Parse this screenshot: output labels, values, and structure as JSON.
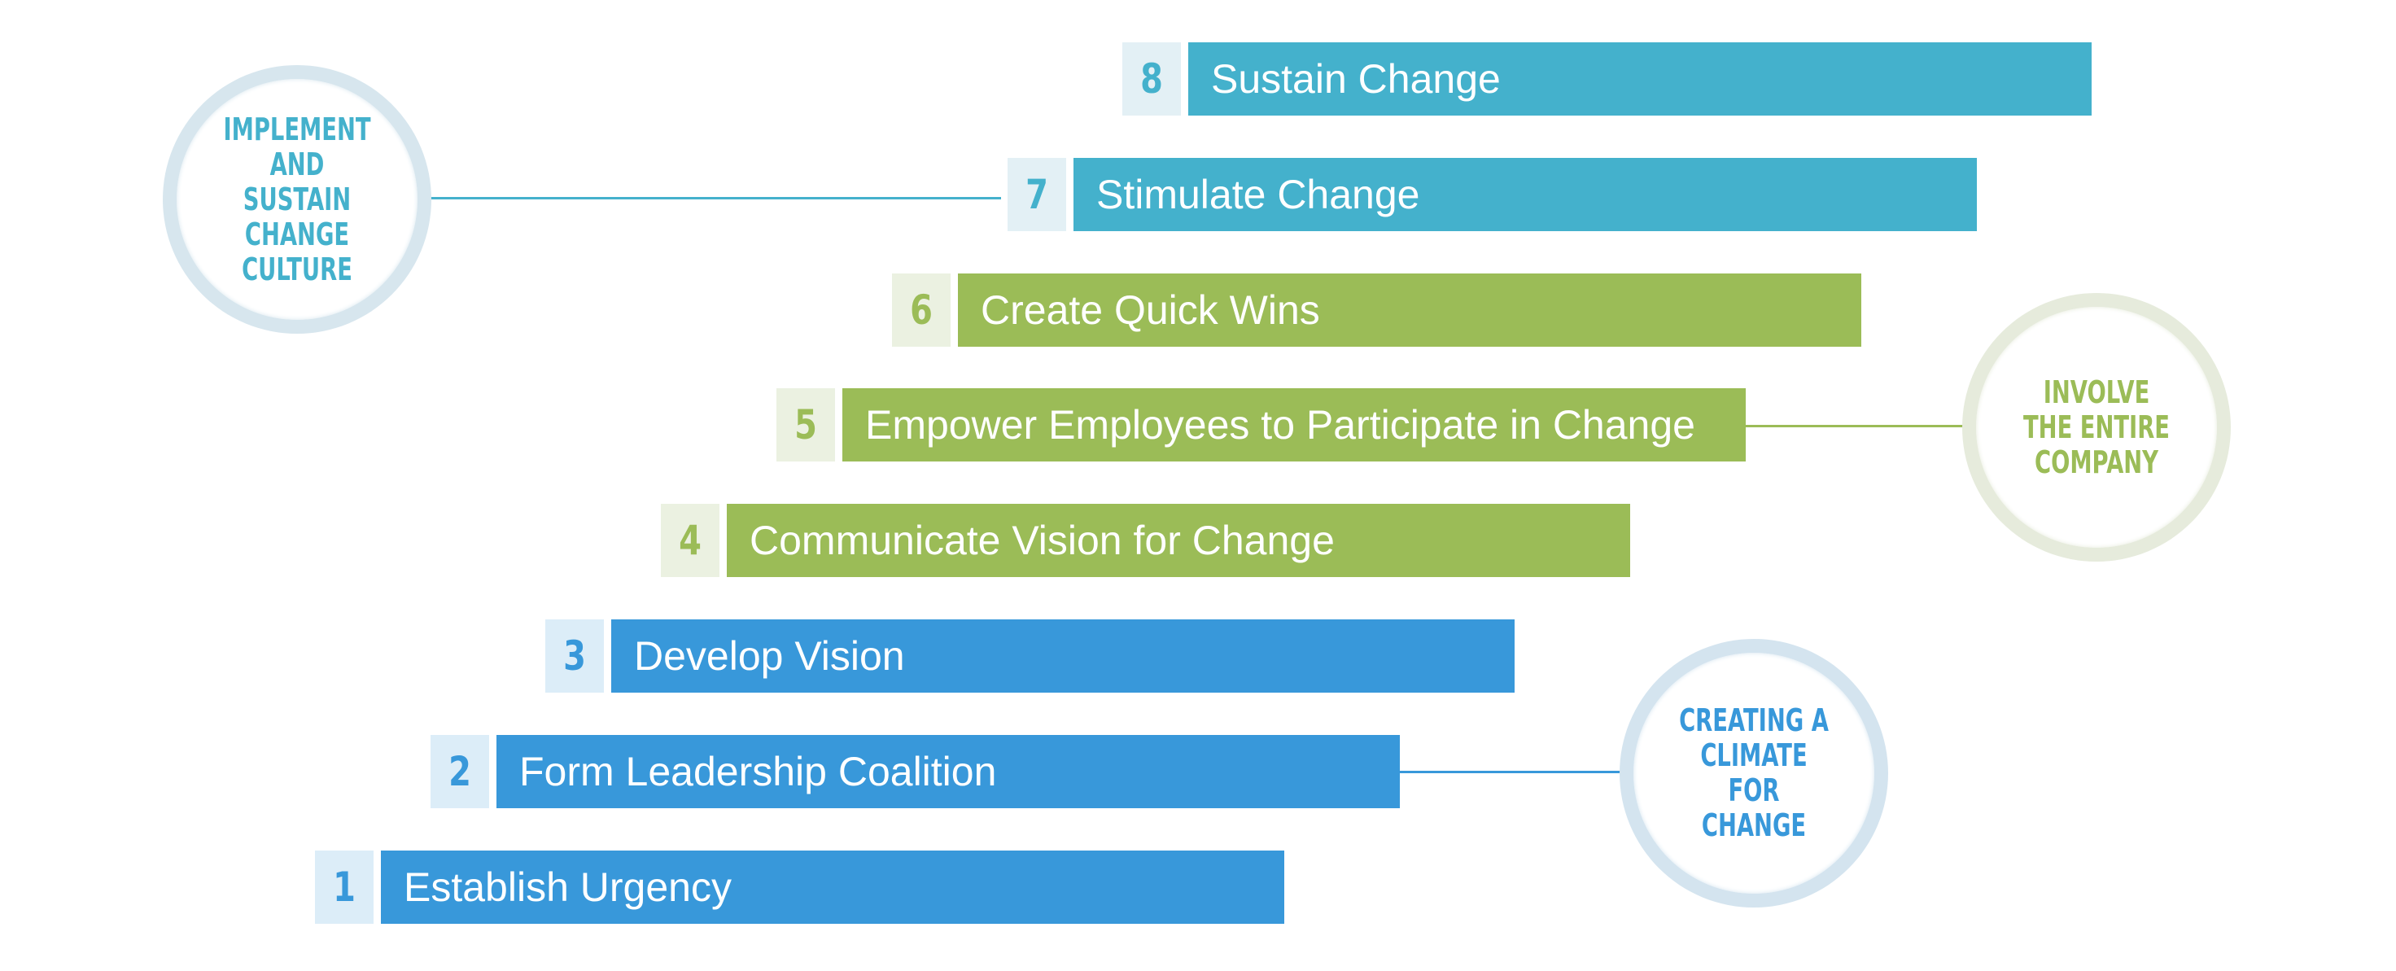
{
  "colors": {
    "teal": "#44b1cc",
    "green": "#9bbc57",
    "blue": "#3898da",
    "teal_tab": "#e3f0f5",
    "green_tab": "#ebf1e1",
    "blue_tab": "#dcedf8",
    "teal_ring": "#d7e6ee",
    "green_ring": "#e6ebdc",
    "blue_ring": "#d4e4ef"
  },
  "steps": [
    {
      "number": "1",
      "label": "Establish Urgency",
      "group": "blue"
    },
    {
      "number": "2",
      "label": "Form Leadership Coalition",
      "group": "blue"
    },
    {
      "number": "3",
      "label": "Develop Vision",
      "group": "blue"
    },
    {
      "number": "4",
      "label": "Communicate Vision for Change",
      "group": "green"
    },
    {
      "number": "5",
      "label": "Empower Employees to Participate in Change",
      "group": "green"
    },
    {
      "number": "6",
      "label": "Create Quick Wins",
      "group": "green"
    },
    {
      "number": "7",
      "label": "Stimulate Change",
      "group": "teal"
    },
    {
      "number": "8",
      "label": "Sustain Change",
      "group": "teal"
    }
  ],
  "bubbles": {
    "implement": {
      "text": "IMPLEMENT\nAND SUSTAIN\nCHANGE\nCULTURE",
      "group": "teal"
    },
    "involve": {
      "text": "INVOLVE\nTHE ENTIRE\nCOMPANY",
      "group": "green"
    },
    "climate": {
      "text": "CREATING A\nCLIMATE FOR\nCHANGE",
      "group": "blue"
    }
  }
}
